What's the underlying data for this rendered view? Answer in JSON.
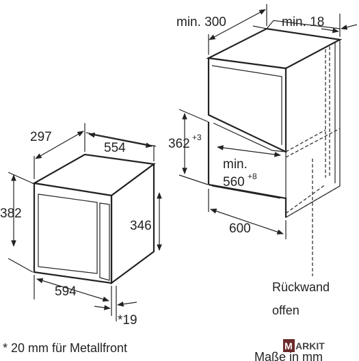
{
  "dimensions": {
    "depth_297": "297",
    "width_554": "554",
    "height_382": "382",
    "height_346": "346",
    "width_594": "594",
    "gap_19": "*19",
    "min_300": "min. 300",
    "min_18": "min. 18",
    "niche_362": "362",
    "niche_362_tol": "+3",
    "min_label": "min.",
    "niche_560": "560",
    "niche_560_tol": "+8",
    "cabinet_600": "600"
  },
  "notes": {
    "rear_wall_line1": "Rückwand",
    "rear_wall_line2": "offen",
    "footnote": "* 20 mm für Metallfront",
    "units": "Maße in mm"
  },
  "logo": {
    "m": "M",
    "rest": "ARKIT"
  },
  "colors": {
    "line": "#222222",
    "logo_bg": "#6b2b2b"
  }
}
